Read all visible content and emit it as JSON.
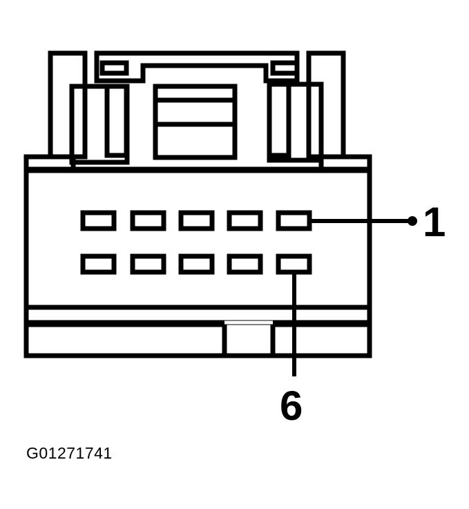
{
  "diagram": {
    "type": "connector-face-view",
    "description": "10-cavity electrical connector, two rows of five terminals",
    "colors": {
      "stroke": "#000000",
      "background": "#ffffff"
    },
    "rows": [
      {
        "row": 1,
        "cavities": 5
      },
      {
        "row": 2,
        "cavities": 5
      }
    ],
    "callouts": [
      {
        "id": "pin-1",
        "label": "1",
        "points_to": "row 1, rightmost cavity"
      },
      {
        "id": "pin-6",
        "label": "6",
        "points_to": "row 2, rightmost cavity"
      }
    ],
    "figure_id": "G01271741"
  }
}
